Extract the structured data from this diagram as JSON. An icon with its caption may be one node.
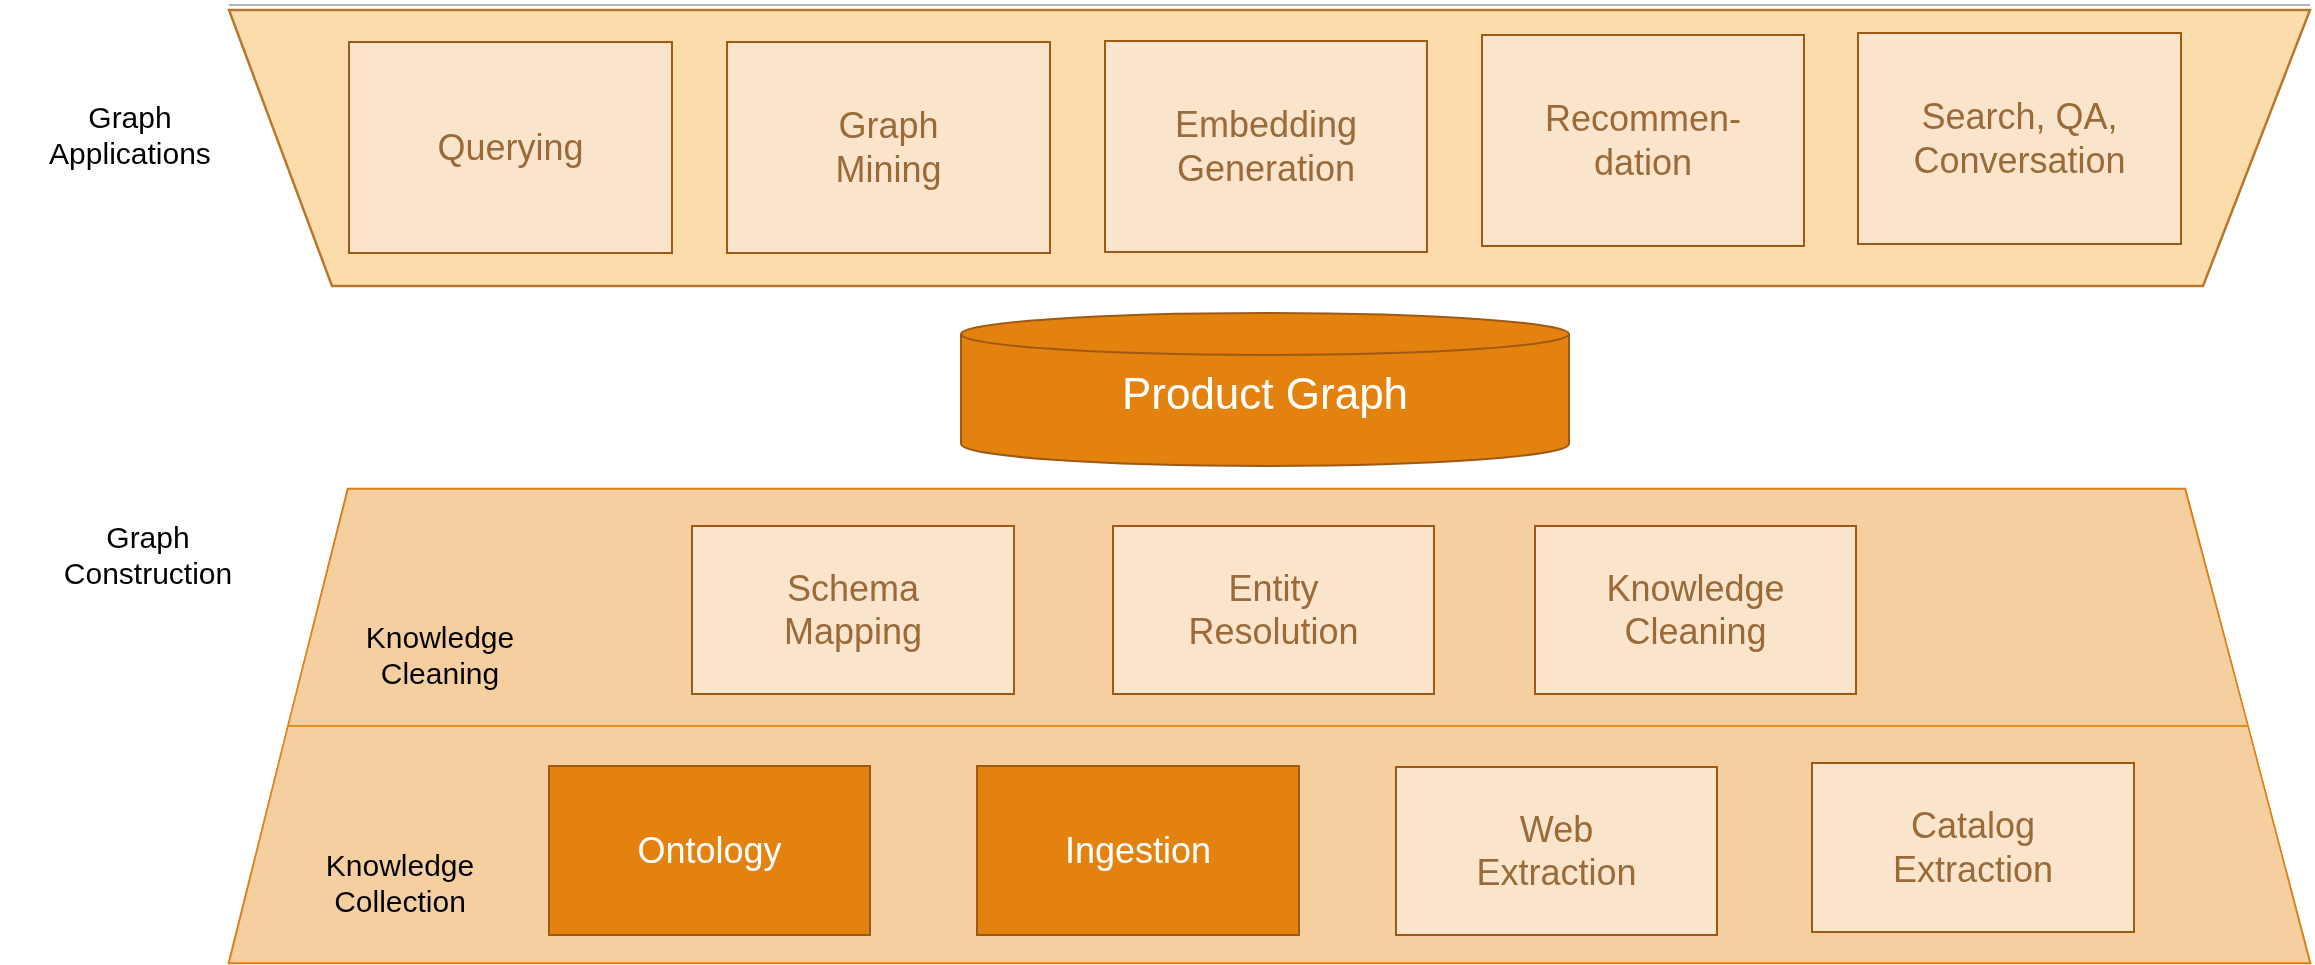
{
  "diagram": {
    "nodes": [
      {
        "text": [
          "Graph Applications"
        ]
      },
      {
        "text": [
          "Querying"
        ],
        "in": 0
      },
      {
        "text": [
          "Graph Mining"
        ],
        "in": 0
      },
      {
        "text": [
          "Embedding Generation"
        ],
        "in": 0
      },
      {
        "text": [
          "Recommen- dation"
        ],
        "in": 0
      },
      {
        "text": [
          "Search, QA, Conversation"
        ],
        "in": 0
      },
      {
        "text": [
          "Product Graph"
        ]
      },
      {
        "text": [
          "Graph Construction"
        ]
      },
      {
        "text": [
          "Knowledge Cleaning"
        ],
        "in": 7
      },
      {
        "text": [
          "Schema Mapping"
        ],
        "in": 8
      },
      {
        "text": [
          "Entity Resolution"
        ],
        "in": 8
      },
      {
        "text": [
          "Knowledge Cleaning"
        ],
        "in": 8
      },
      {
        "text": [
          "Knowledge Collection"
        ],
        "in": 7
      },
      {
        "text": [
          "Ontology"
        ],
        "in": 12
      },
      {
        "text": [
          "Ingestion"
        ],
        "in": 12
      },
      {
        "text": [
          "Web Extraction"
        ],
        "in": 12
      },
      {
        "text": [
          "Catalog Extraction"
        ],
        "in": 12
      }
    ],
    "edges": []
  }
}
